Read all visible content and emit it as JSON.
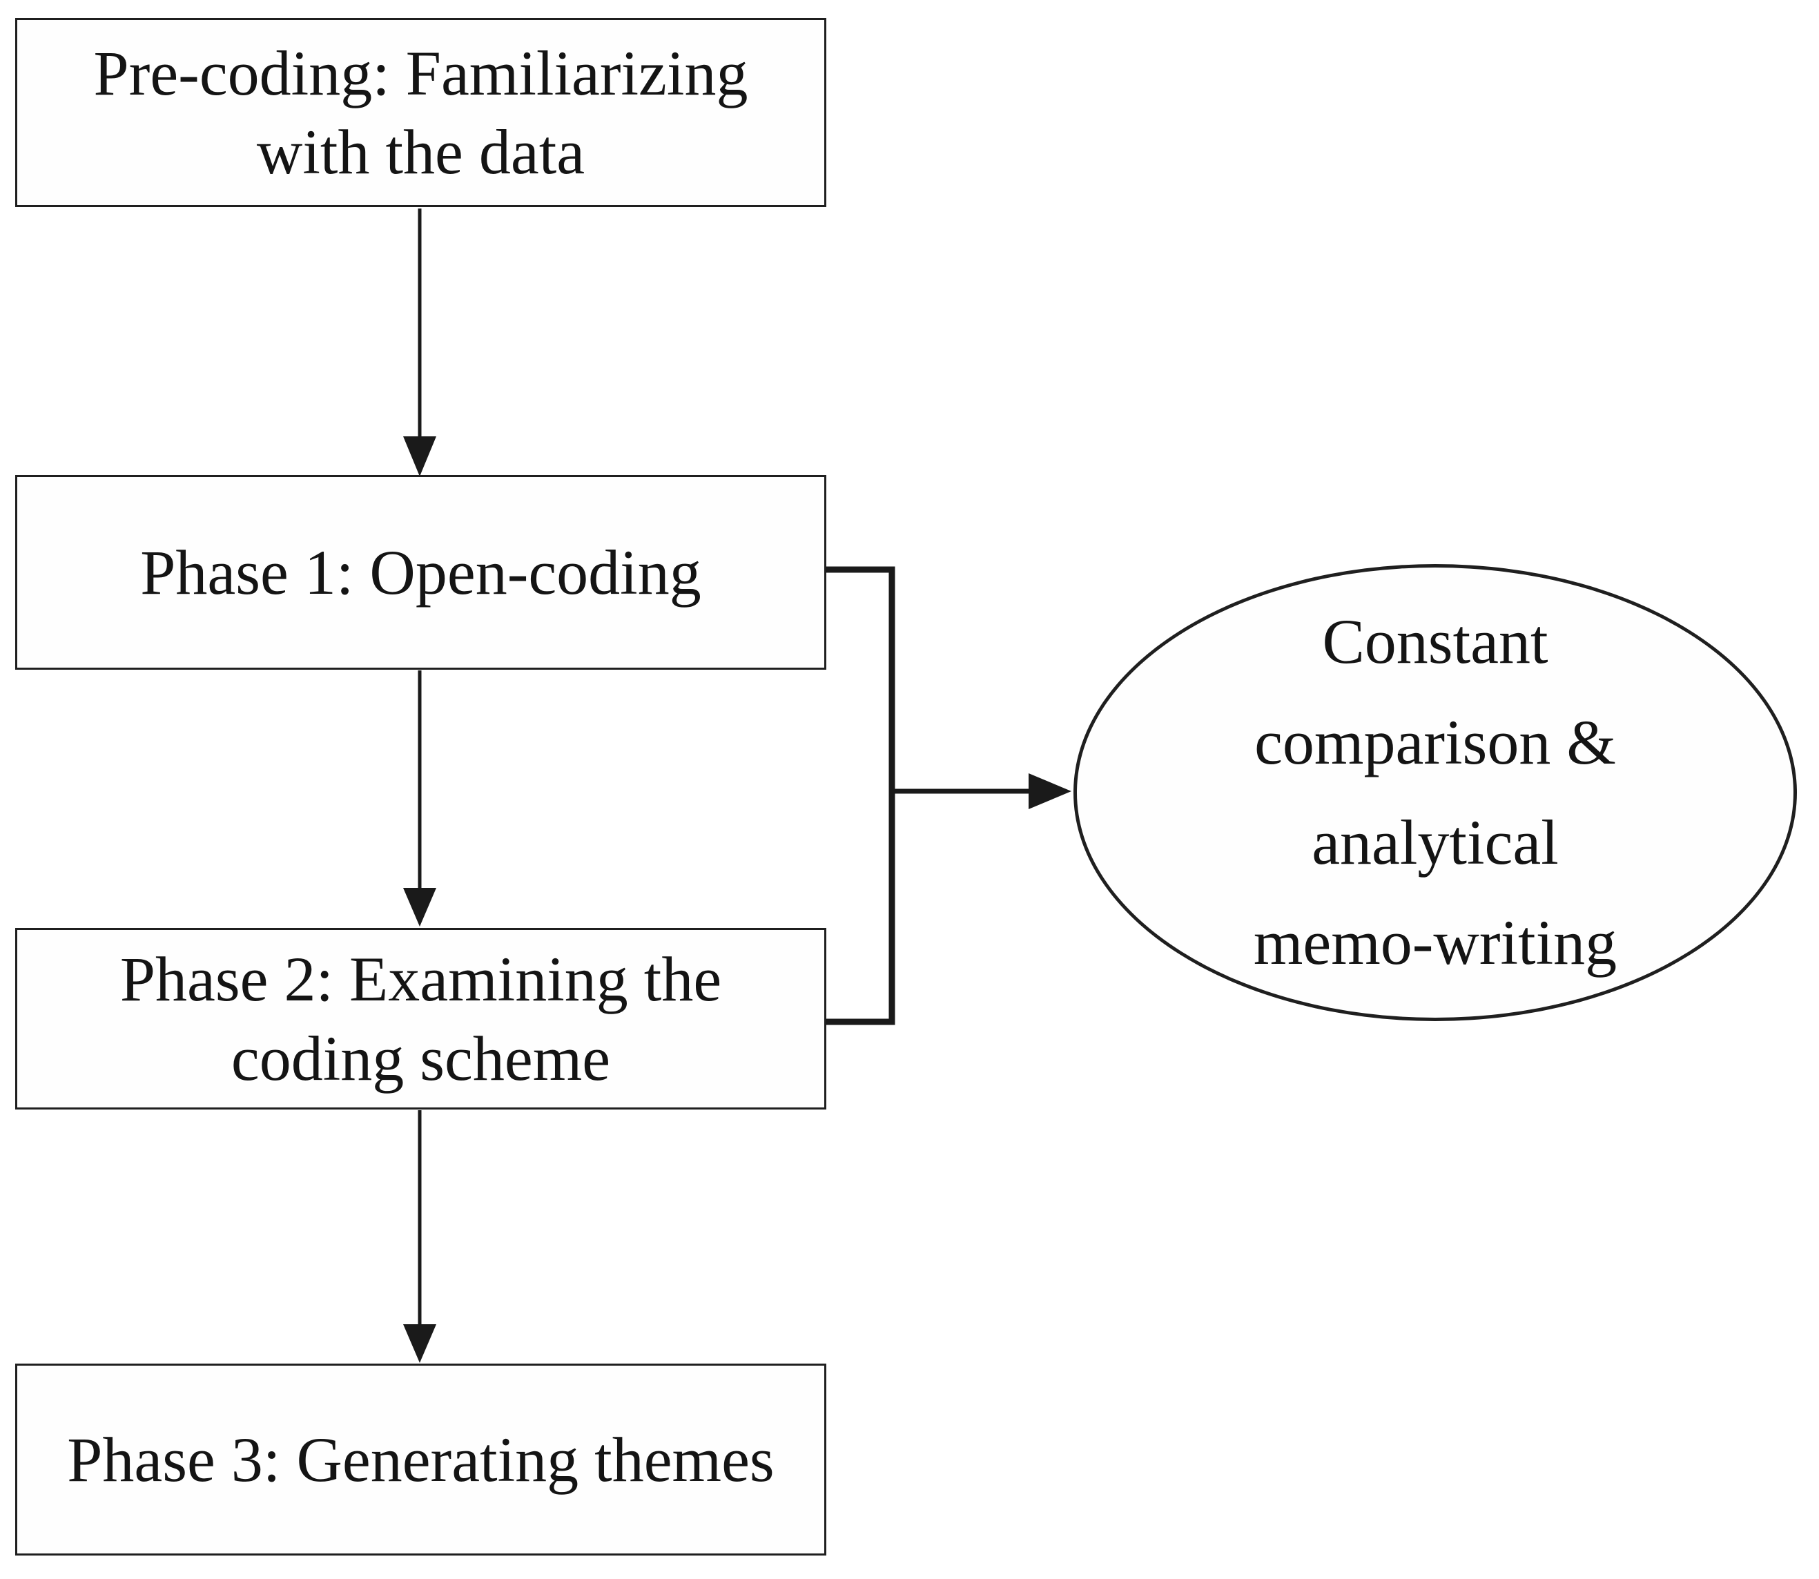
{
  "palette": {
    "stroke": "#1f1f1f",
    "text": "#141414",
    "background": "#ffffff"
  },
  "nodes": {
    "precoding": {
      "lines": [
        "Pre-coding: Familiarizing",
        "with the data"
      ]
    },
    "phase1": {
      "lines": [
        "Phase 1: Open-coding"
      ]
    },
    "phase2": {
      "lines": [
        "Phase 2: Examining the",
        "coding scheme"
      ]
    },
    "phase3": {
      "lines": [
        "Phase 3: Generating themes"
      ]
    },
    "memoing": {
      "lines": [
        "Constant",
        "comparison &",
        "analytical",
        "memo-writing"
      ]
    }
  },
  "edges": [
    {
      "from": [
        "precoding"
      ],
      "to": "phase1",
      "style": "arrow"
    },
    {
      "from": [
        "phase1"
      ],
      "to": "phase2",
      "style": "arrow"
    },
    {
      "from": [
        "phase2"
      ],
      "to": "phase3",
      "style": "arrow"
    },
    {
      "from": [
        "phase1",
        "phase2"
      ],
      "to": "memoing",
      "style": "bracket-arrow"
    }
  ]
}
